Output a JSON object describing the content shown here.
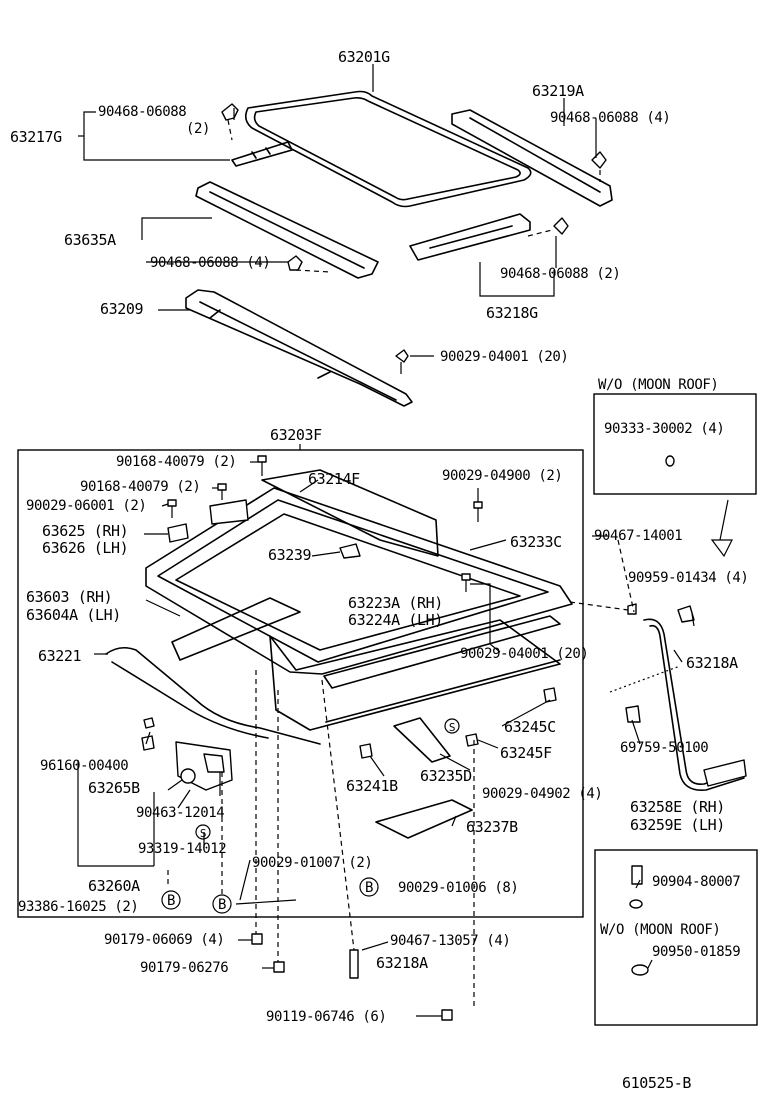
{
  "diagram": {
    "ref_number": "610525-B",
    "boxes": {
      "main_group_label": "63203F",
      "moon_roof_upper": "W/O (MOON ROOF)",
      "moon_roof_lower": "W/O (MOON ROOF)"
    },
    "symbols": {
      "circle_b": "B",
      "circle_s": "S"
    },
    "labels": {
      "p63201G": "63201G",
      "p63219A": "63219A",
      "p90468_top_left": "90468-06088",
      "p90468_top_left_qty": "(2)",
      "p63217G": "63217G",
      "p90468_right_4": "90468-06088 (4)",
      "p63635A": "63635A",
      "p90468_mid_4": "90468-06088 (4)",
      "p90468_2": "90468-06088 (2)",
      "p63218G": "63218G",
      "p63209": "63209",
      "p90029_04001_top": "90029-04001 (20)",
      "p90333": "90333-30002 (4)",
      "p90168_a": "90168-40079 (2)",
      "p63214F": "63214F",
      "p90029_04900": "90029-04900 (2)",
      "p90168_b": "90168-40079 (2)",
      "p90029_06001": "90029-06001 (2)",
      "p63625": "63625 (RH)",
      "p63626": "63626 (LH)",
      "p63233C": "63233C",
      "p90467_14001": "90467-14001",
      "p63239": "63239",
      "p90959": "90959-01434 (4)",
      "p63603": "63603  (RH)",
      "p63604A": "63604A (LH)",
      "p63223A": "63223A (RH)",
      "p63224A": "63224A (LH)",
      "p63221": "63221",
      "p90029_04001_mid": "90029-04001 (20)",
      "p63218A_right": "63218A",
      "p69759": "69759-50100",
      "p63245C": "63245C",
      "p96160": "96160-00400",
      "p63245F": "63245F",
      "p63265B": "63265B",
      "p63241B": "63241B",
      "p63235D": "63235D",
      "p90463": "90463-12014",
      "p90029_04902": "90029-04902 (4)",
      "p63258E": "63258E (RH)",
      "p63259E": "63259E (LH)",
      "p63237B": "63237B",
      "p93319": "93319-14012",
      "p90029_01007": "90029-01007 (2)",
      "p90904": "90904-80007",
      "p63260A": "63260A",
      "p90029_01006": "90029-01006 (8)",
      "p93386": "93386-16025 (2)",
      "p90179_06069": "90179-06069 (4)",
      "p90467_13057": "90467-13057 (4)",
      "p90950": "90950-01859",
      "p90179_06276": "90179-06276",
      "p63218A_bottom": "63218A",
      "p90119": "90119-06746 (6)"
    }
  }
}
